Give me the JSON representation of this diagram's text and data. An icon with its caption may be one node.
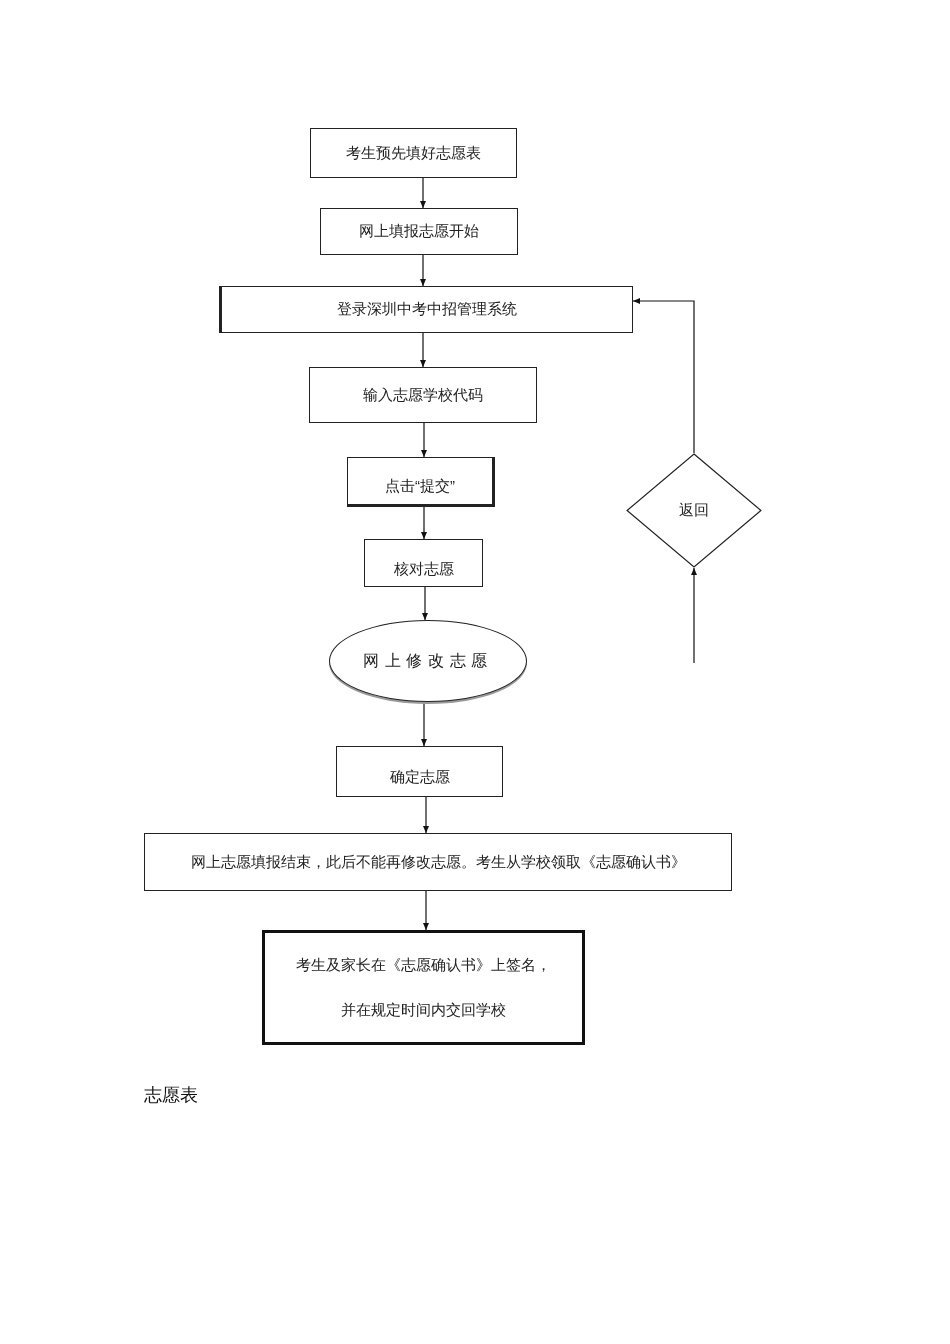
{
  "diagram": {
    "nodes": [
      {
        "text": [
          "考生预先填好志愿表"
        ]
      },
      {
        "text": [
          "网上填报志愿开始"
        ]
      },
      {
        "text": [
          "登录深圳中考中招管理系统"
        ]
      },
      {
        "text": [
          "输入志愿学校代码"
        ]
      },
      {
        "text": [
          "点击“提交”"
        ]
      },
      {
        "text": [
          "核对志愿"
        ]
      },
      {
        "text": [
          "网上修改志愿"
        ]
      },
      {
        "text": [
          "确定志愿"
        ]
      },
      {
        "text": [
          "网上志愿填报结束，此后不能再修改志愿。考生从学校领取《志愿确认书》"
        ]
      },
      {
        "text": [
          "考生及家长在《志愿确认书》上签名，",
          "并在规定时间内交回学校"
        ]
      },
      {
        "text": [
          "返回"
        ]
      }
    ],
    "edges": [
      {
        "from": 0,
        "to": 1,
        "arrow": "to"
      },
      {
        "from": 1,
        "to": 2,
        "arrow": "to"
      },
      {
        "from": 2,
        "to": 3,
        "arrow": "to"
      },
      {
        "from": 3,
        "to": 4,
        "arrow": "to"
      },
      {
        "from": 4,
        "to": 5,
        "arrow": "to"
      },
      {
        "from": 5,
        "to": 6,
        "arrow": "to"
      },
      {
        "from": 6,
        "to": 7,
        "arrow": "to"
      },
      {
        "from": 7,
        "to": 8,
        "arrow": "to"
      },
      {
        "from": 8,
        "to": 9,
        "arrow": "to"
      },
      {
        "from": null,
        "to": 10,
        "arrow": "to"
      },
      {
        "from": 10,
        "to": 2,
        "arrow": "to"
      }
    ],
    "labels": [
      "志愿表"
    ]
  }
}
